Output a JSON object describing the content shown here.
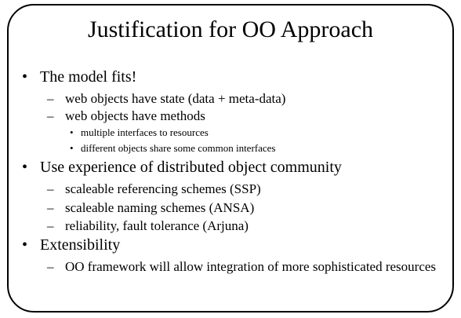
{
  "slide": {
    "title": "Justification for OO Approach",
    "bullets": {
      "level1": "•",
      "level2": "–",
      "level3": "•"
    },
    "points": [
      {
        "text": "The model fits!",
        "sub": [
          {
            "text": "web objects have state (data + meta-data)"
          },
          {
            "text": "web objects have methods",
            "sub": [
              "multiple interfaces to resources",
              "different objects share some common interfaces"
            ]
          }
        ]
      },
      {
        "text": "Use experience of distributed object community",
        "sub": [
          {
            "text": "scaleable referencing schemes (SSP)"
          },
          {
            "text": "scaleable naming schemes (ANSA)"
          },
          {
            "text": "reliability, fault tolerance (Arjuna)"
          }
        ]
      },
      {
        "text": "Extensibility",
        "sub": [
          {
            "text": "OO framework will allow integration of more sophisticated resources"
          }
        ]
      }
    ]
  }
}
